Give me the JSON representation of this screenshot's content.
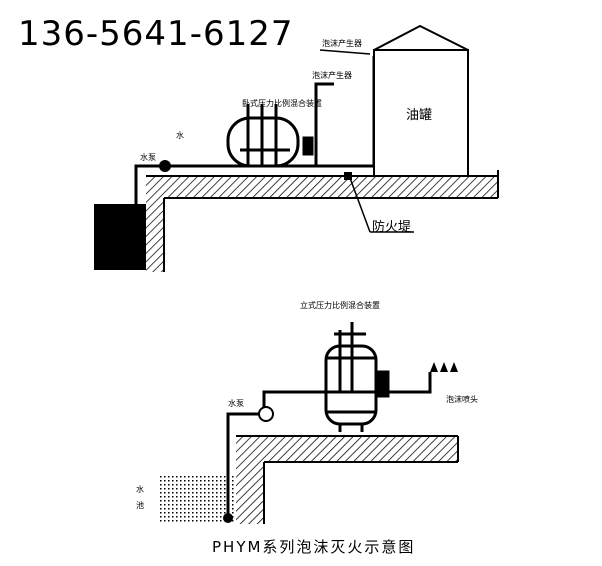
{
  "phone": "136-5641-6127",
  "top": {
    "horizontal_mixer_label": "卧式压力比例混合装置",
    "foam_generator_label": "泡沫产生器",
    "foam_maker_label": "泡沫产生器",
    "water_flow_label": "水",
    "pump_label": "水泵",
    "tank_label": "油罐",
    "dike_label": "防火堤"
  },
  "bottom": {
    "vertical_mixer_label": "立式压力比例混合装置",
    "pump_label": "水泵",
    "sprinkler_label": "泡沫喷头",
    "pool_label_1": "水",
    "pool_label_2": "池"
  },
  "caption": "PHYM系列泡沫灭火示意图"
}
